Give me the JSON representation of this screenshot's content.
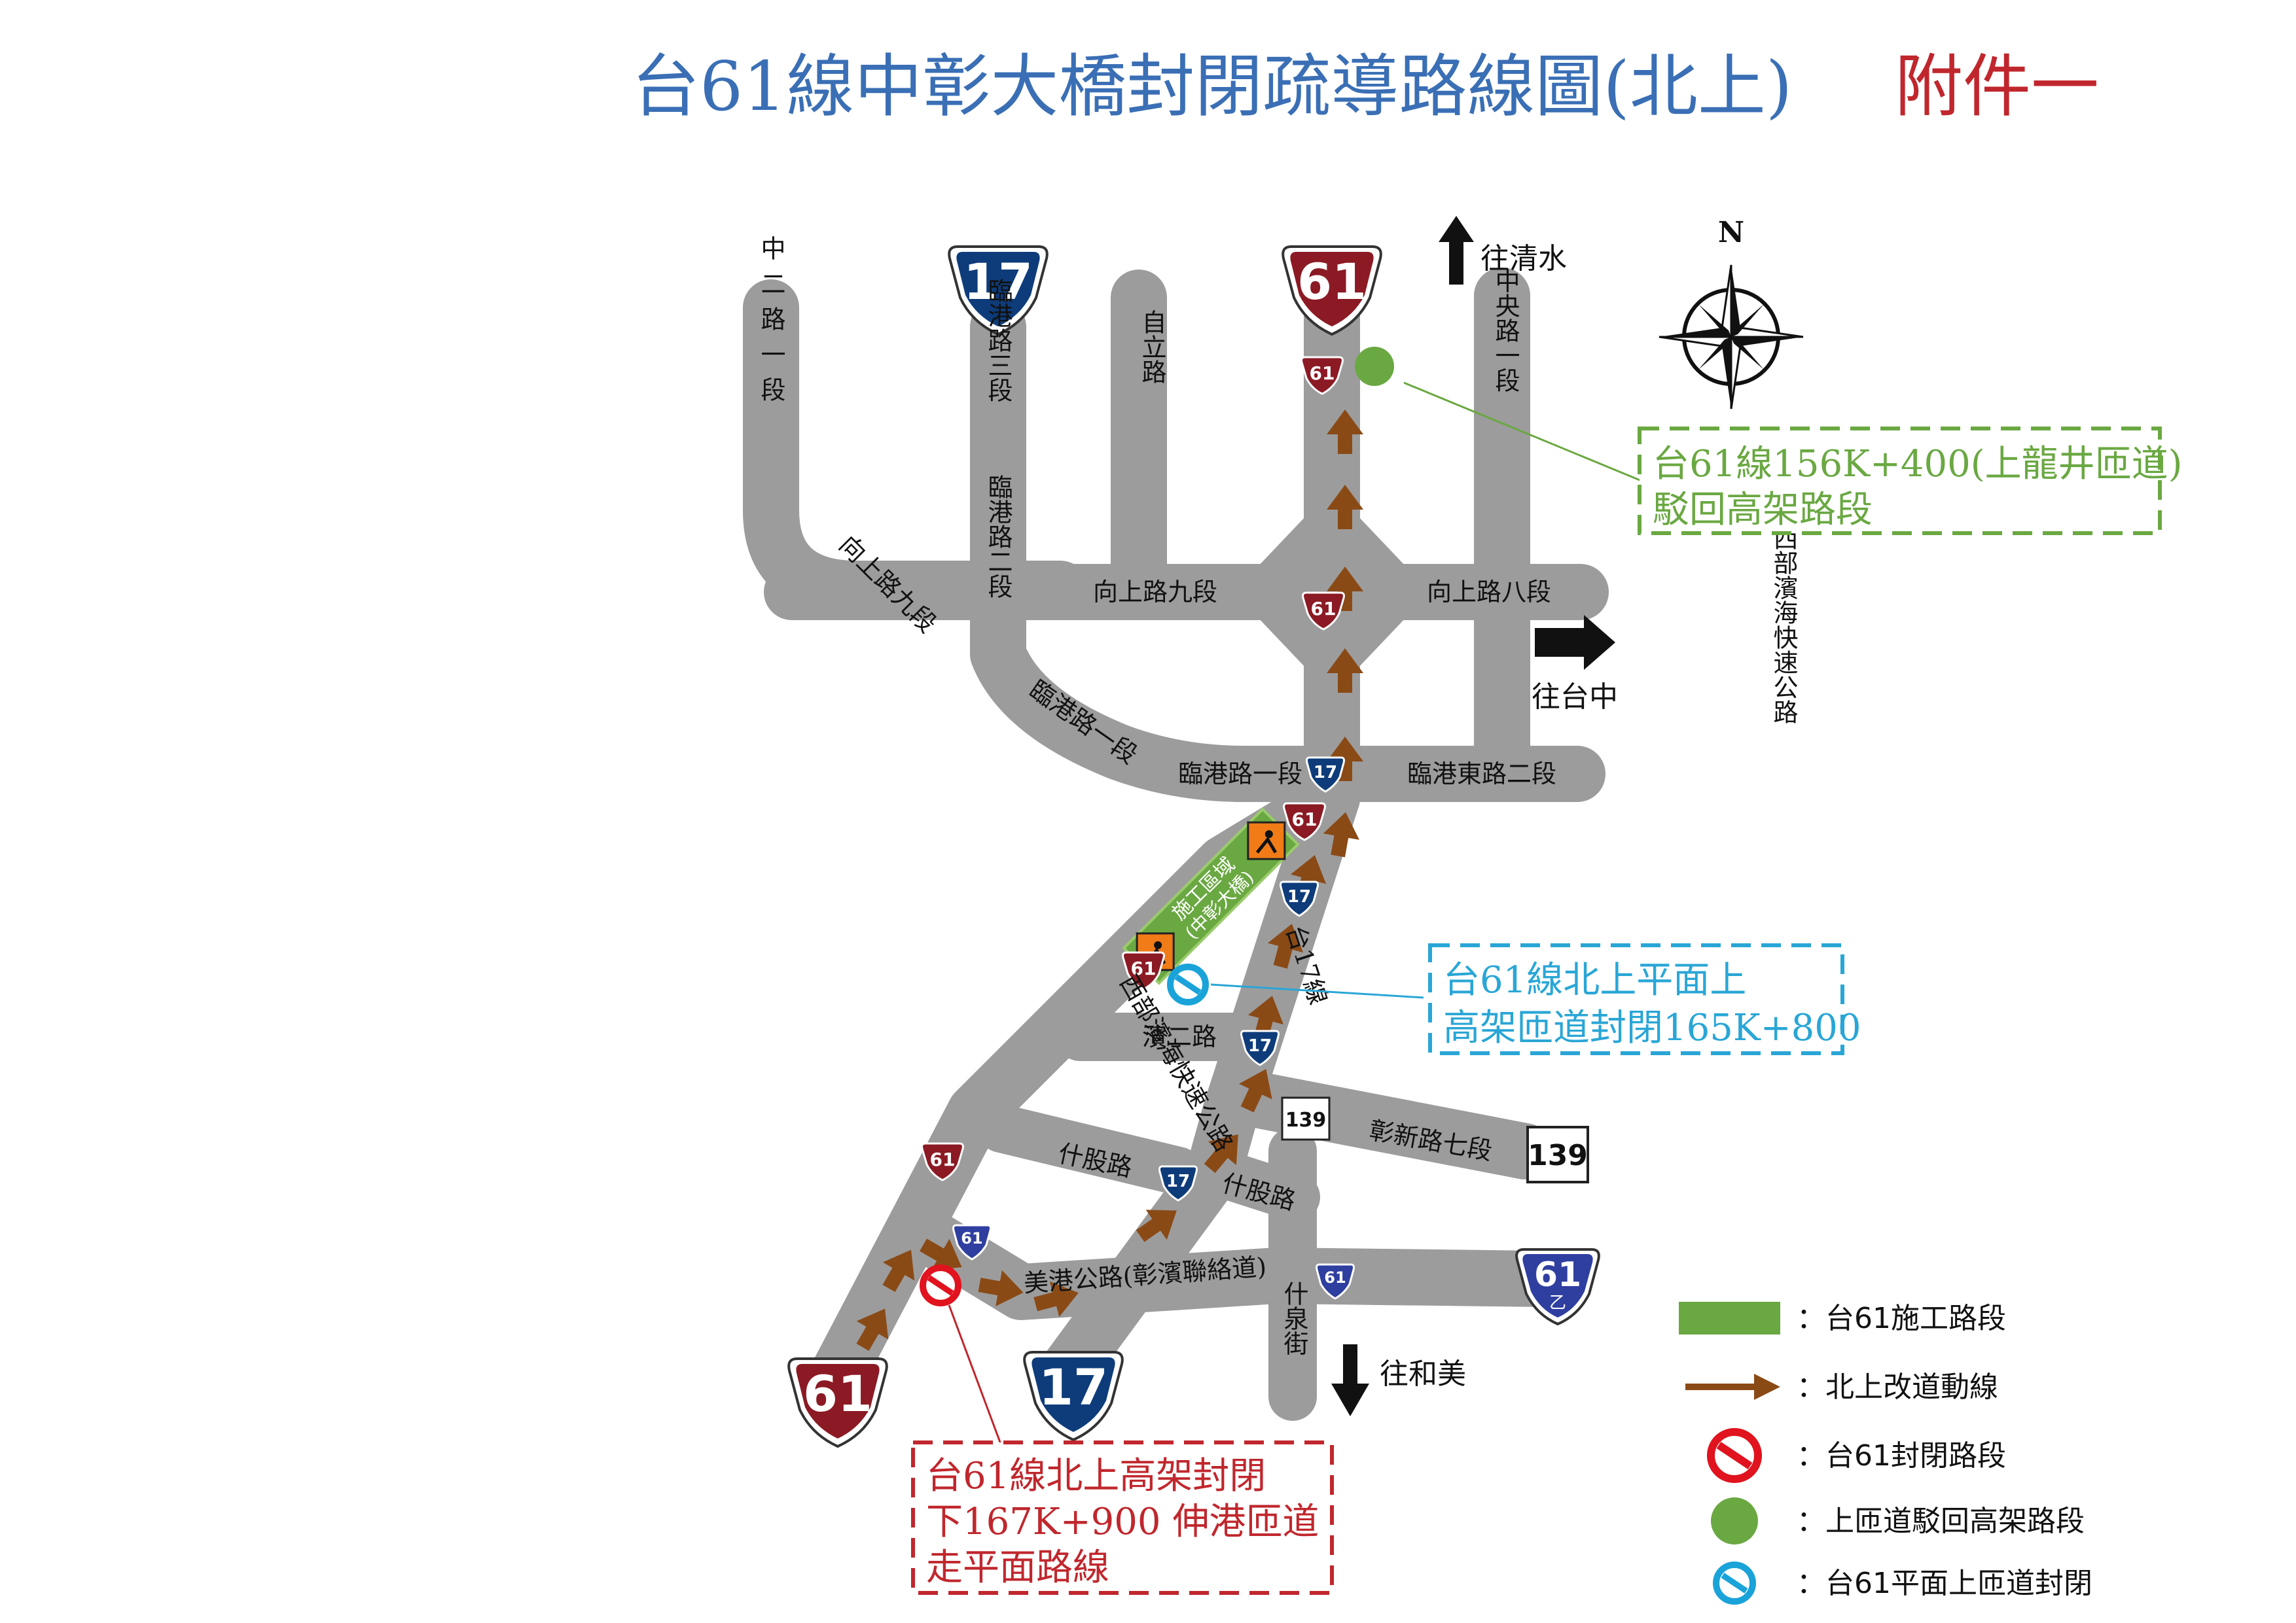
{
  "title": {
    "main": "台61線中彰大橋封閉疏導路線圖(北上)",
    "annex": "附件一",
    "main_color": "#3a6fb5",
    "annex_color": "#c0272d"
  },
  "colors": {
    "road": "#9c9c9c",
    "route61_red": "#8b1a24",
    "route17_blue": "#0e3c7a",
    "route61b_blue": "#2f3fa0",
    "detour_arrow": "#8a4a16",
    "construction_green": "#6aa842",
    "closure_red": "#e0131e",
    "ramp_blue": "#1aa3d9",
    "callout_green": "#6aa842",
    "callout_blue": "#29a6d6",
    "callout_red": "#c0272d"
  },
  "shields": {
    "r61": "61",
    "r17": "17",
    "r139": "139",
    "r61b_num": "61",
    "r61b_sub": "乙"
  },
  "compass": {
    "north": "N"
  },
  "roads": {
    "zhonger": "中二路一段",
    "linxiang3": "臨港路三段",
    "zili": "自立路",
    "zhongyang": "中央路一段",
    "xiangshang9_curve": "向上路九段",
    "xiangshang9": "向上路九段",
    "xiangshang8": "向上路八段",
    "linxiang2": "臨港路二段",
    "linxiang1_curve": "臨港路一段",
    "linxiang1": "臨港路一段",
    "linxiangdong2": "臨港東路二段",
    "west_coast_hwy": "西部濱海快速公路",
    "west_coast_hwy_diag": "西部濱海快速公路",
    "tai17": "台17線",
    "bin2": "濱二路",
    "changxin7": "彰新路七段",
    "shigu1": "什股路",
    "shigu2": "什股路",
    "meigang": "美港公路(彰濱聯絡道)",
    "shiquan": "什泉街"
  },
  "construction": {
    "label": "施工區域",
    "sublabel": "(中彰大橋)"
  },
  "directions": {
    "qingshui": "往清水",
    "taichung": "往台中",
    "hemei": "往和美"
  },
  "callouts": {
    "green": {
      "line1": "台61線156K+400(上龍井匝道)",
      "line2": "駁回高架路段"
    },
    "blue": {
      "line1": "台61線北上平面上",
      "line2": "高架匝道封閉165K+800"
    },
    "red": {
      "line1": "台61線北上高架封閉",
      "line2": "下167K+900 伸港匝道",
      "line3": "走平面路線"
    }
  },
  "legend": [
    {
      "name": "construction",
      "label": "：台61施工路段"
    },
    {
      "name": "detour",
      "label": "：北上改道動線"
    },
    {
      "name": "closure",
      "label": "：台61封閉路段"
    },
    {
      "name": "return",
      "label": "：上匝道駁回高架路段"
    },
    {
      "name": "ramp-closed",
      "label": "：台61平面上匝道封閉"
    }
  ]
}
